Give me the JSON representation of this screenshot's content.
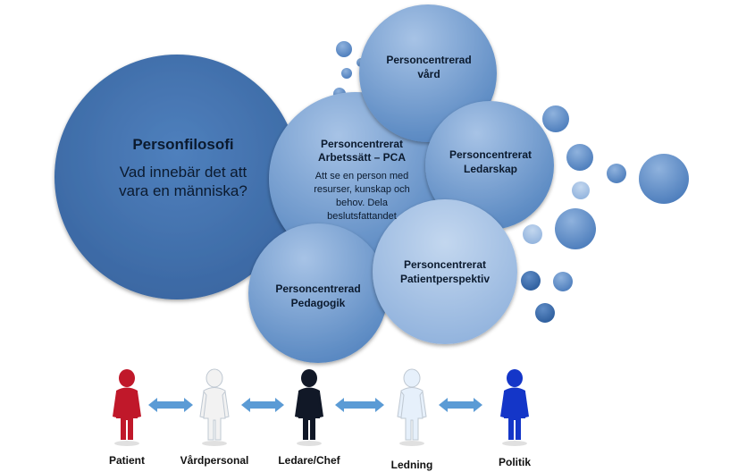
{
  "main_bubble": {
    "title": "Personfilosofi",
    "line1": "Vad innebär det att",
    "line2": "vara en människa?"
  },
  "pca_bubble": {
    "title_line1": "Personcentrerat",
    "title_line2": "Arbetssätt – PCA",
    "body_line1": "Att se en person med",
    "body_line2": "resurser, kunskap och",
    "body_line3": "behov. Dela",
    "body_line4": "beslutsfattandet"
  },
  "vard_bubble": {
    "line1": "Personcentrerad",
    "line2": "vård"
  },
  "ledarskap_bubble": {
    "line1": "Personcentrerat",
    "line2": "Ledarskap"
  },
  "patient_bubble": {
    "line1": "Personcentrerat",
    "line2": "Patientperspektiv"
  },
  "pedagogik_bubble": {
    "line1": "Personcentrerad",
    "line2": "Pedagogik"
  },
  "figures": [
    {
      "label": "Patient",
      "color": "#c0182a"
    },
    {
      "label": "Vårdpersonal",
      "color": "#f2f2f2"
    },
    {
      "label": "Ledare/Chef",
      "color": "#111827"
    },
    {
      "label": "Ledning",
      "color": "#e6f0fb"
    },
    {
      "label": "Politik",
      "color": "#1436c8"
    }
  ],
  "colors": {
    "bubble_dark": "#3f6fa9",
    "bubble_mid": "#5f8fc7",
    "bubble_light": "#a9c4e4",
    "arrow": "#5b9bd5"
  }
}
